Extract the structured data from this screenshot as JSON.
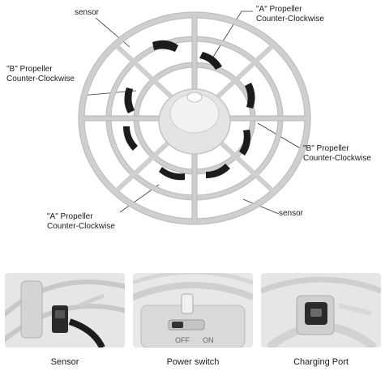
{
  "callouts": {
    "sensor_top": "sensor",
    "a_top_line1": "\"A\" Propeller",
    "a_top_line2": "Counter-Clockwise",
    "b_left_line1": "\"B\" Propeller",
    "b_left_line2": "Counter-Clockwise",
    "b_right_line1": "\"B\" Propeller",
    "b_right_line2": "Counter-Clockwise",
    "a_bottom_line1": "\"A\" Propeller",
    "a_bottom_line2": "Counter-Clockwise",
    "sensor_bottom": "sensor"
  },
  "switch_labels": {
    "off": "OFF",
    "on": "ON"
  },
  "thumbnails": [
    {
      "caption": "Sensor"
    },
    {
      "caption": "Power switch"
    },
    {
      "caption": "Charging Port"
    }
  ],
  "colors": {
    "cage": "#c9c9c9",
    "propeller": "#1c1c1c",
    "body": "#e2e2e2"
  }
}
